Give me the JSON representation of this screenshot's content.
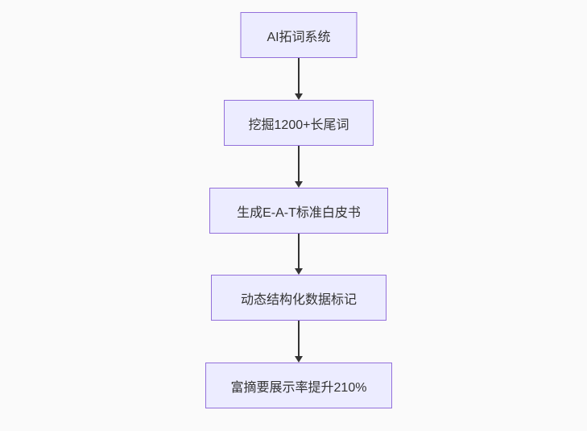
{
  "flowchart": {
    "type": "flowchart-top-down",
    "nodes": [
      {
        "id": "step-1",
        "label": "AI拓词系统"
      },
      {
        "id": "step-2",
        "label": "挖掘1200+长尾词"
      },
      {
        "id": "step-3",
        "label": "生成E-A-T标准白皮书"
      },
      {
        "id": "step-4",
        "label": "动态结构化数据标记"
      },
      {
        "id": "step-5",
        "label": "富摘要展示率提升210%"
      }
    ],
    "edges": [
      {
        "from": "step-1",
        "to": "step-2"
      },
      {
        "from": "step-2",
        "to": "step-3"
      },
      {
        "from": "step-3",
        "to": "step-4"
      },
      {
        "from": "step-4",
        "to": "step-5"
      }
    ],
    "colors": {
      "node_fill": "#ECECFF",
      "node_border": "#9370DB",
      "arrow": "#333333",
      "text": "#333333",
      "background": "#FAFAFA"
    }
  }
}
